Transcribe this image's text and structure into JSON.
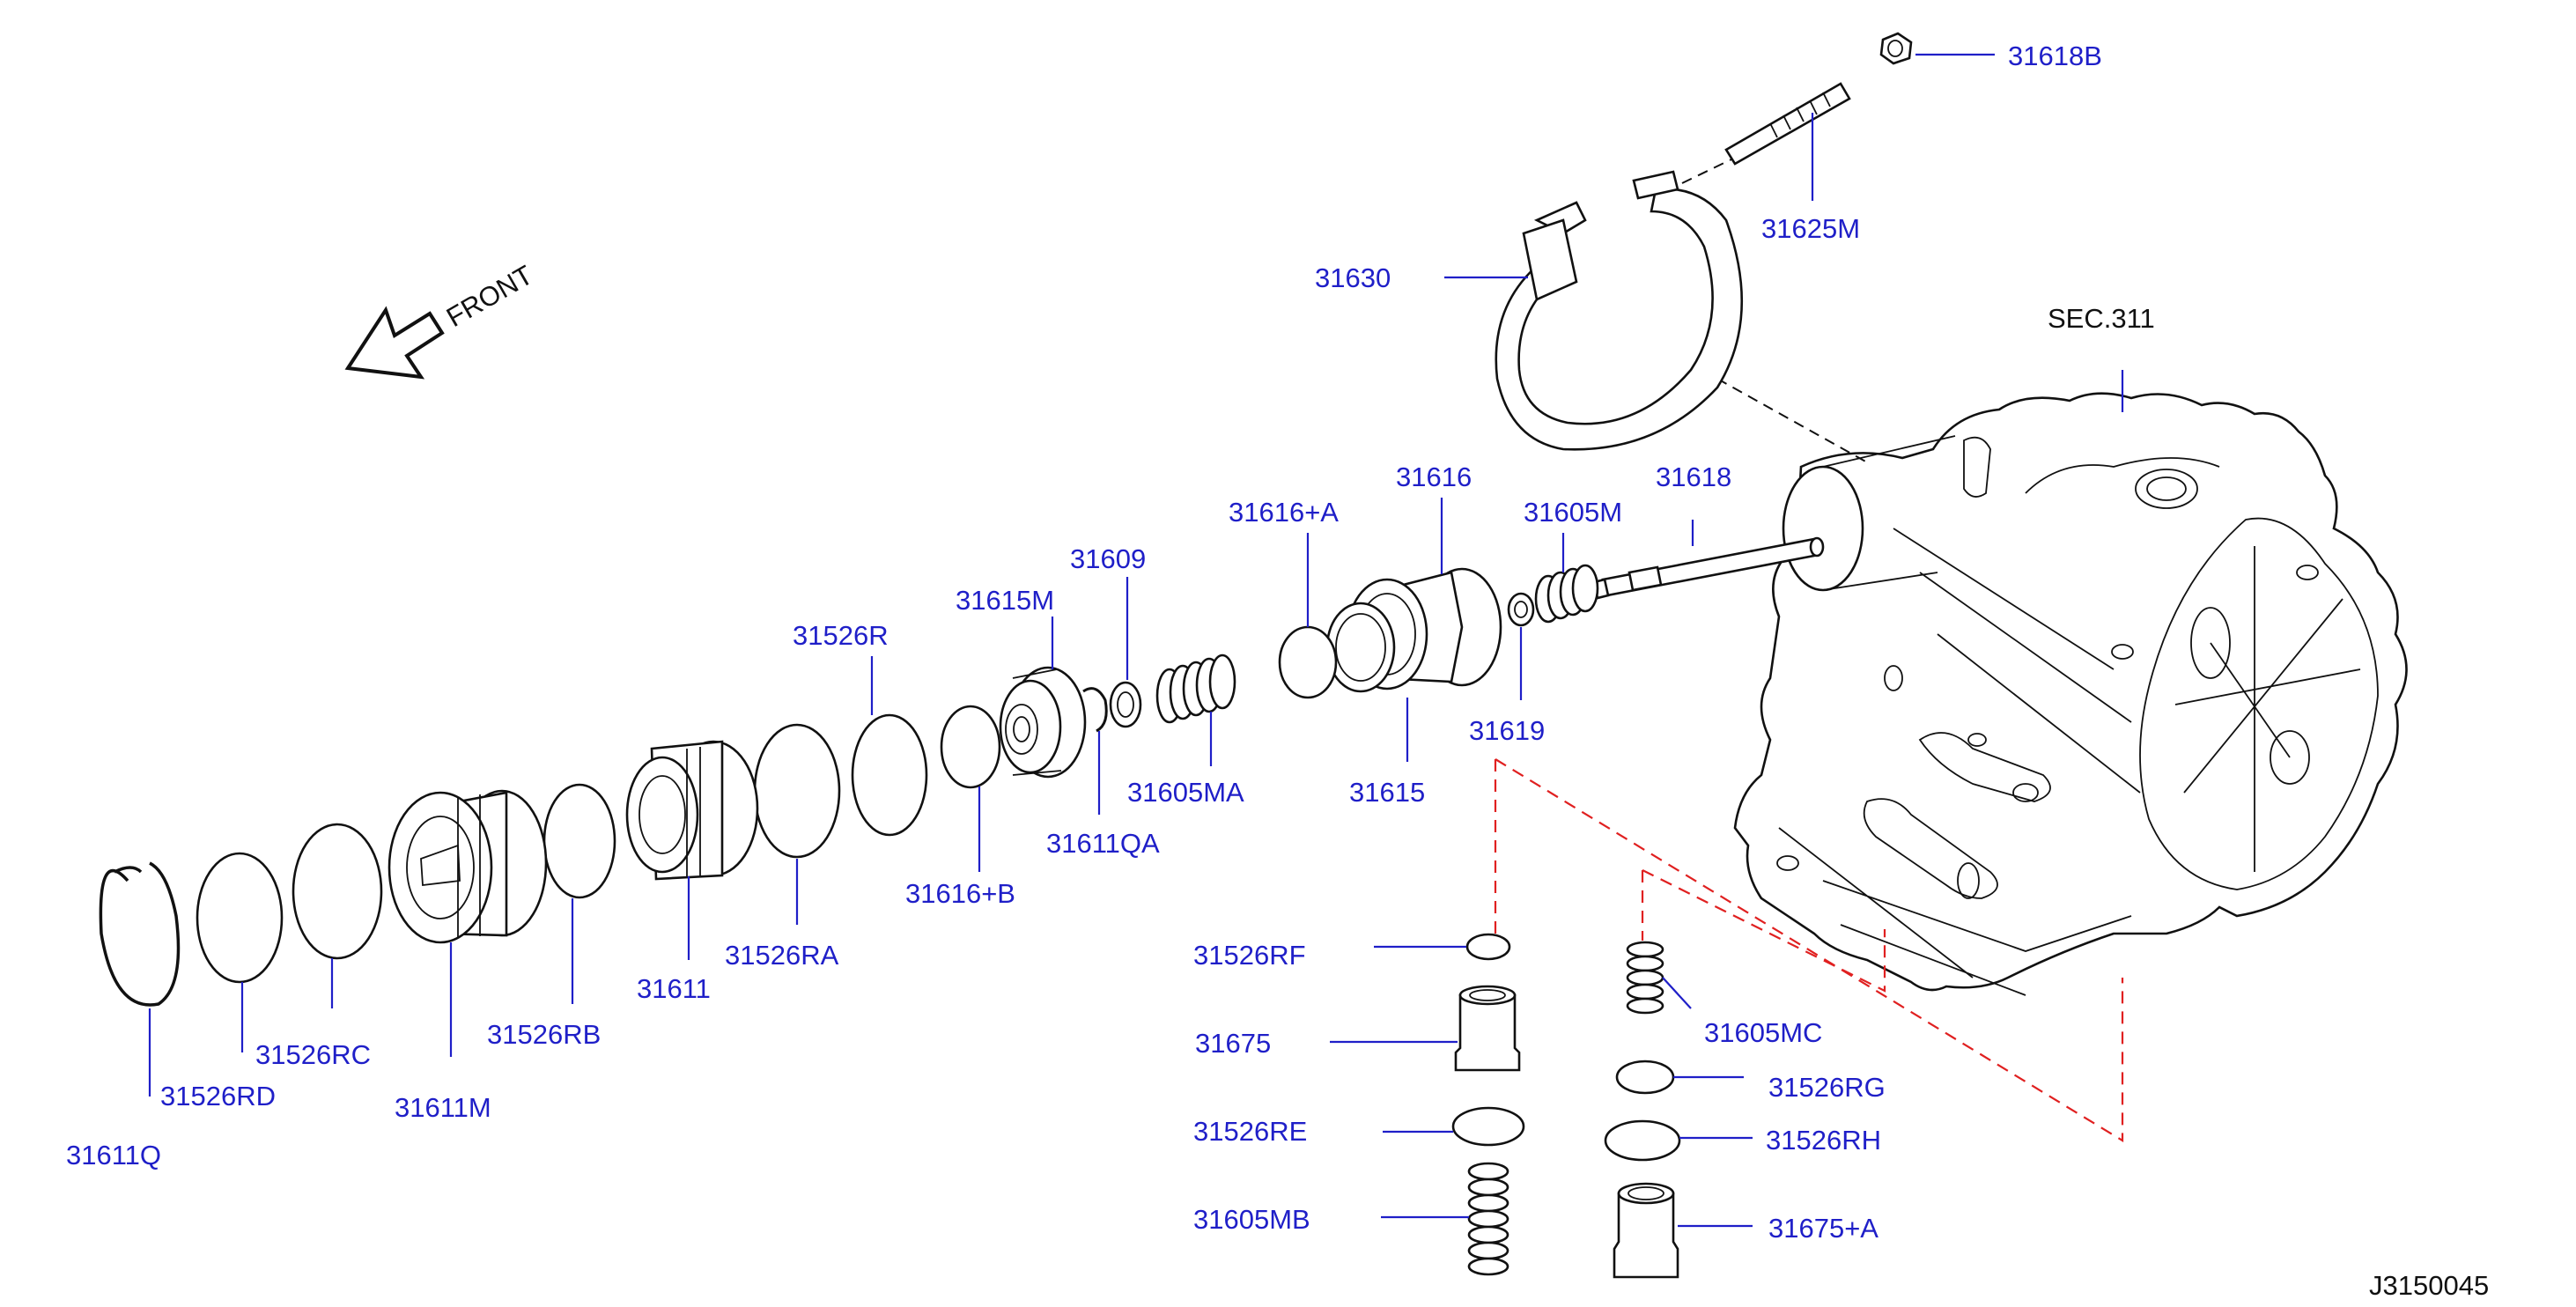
{
  "direction_label": "FRONT",
  "section_ref": "SEC.311",
  "diagram_id": "J3150045",
  "callouts": {
    "p31618B": "31618B",
    "p31625M": "31625M",
    "p31630": "31630",
    "p31616": "31616",
    "p31618": "31618",
    "p31605M": "31605M",
    "p31616A": "31616+A",
    "p31609": "31609",
    "p31615M": "31615M",
    "p31526R": "31526R",
    "p31619": "31619",
    "p31615": "31615",
    "p31605MA": "31605MA",
    "p31611QA": "31611QA",
    "p31616B": "31616+B",
    "p31526RA": "31526RA",
    "p31611": "31611",
    "p31526RB": "31526RB",
    "p31526RC": "31526RC",
    "p31611M": "31611M",
    "p31526RD": "31526RD",
    "p31611Q": "31611Q",
    "p31526RF": "31526RF",
    "p31675": "31675",
    "p31526RE": "31526RE",
    "p31605MB": "31605MB",
    "p31605MC": "31605MC",
    "p31526RG": "31526RG",
    "p31526RH": "31526RH",
    "p31675A": "31675+A"
  },
  "colors": {
    "callout_text": "#1f1fc8",
    "leader_line": "#1f1fc8",
    "part_outline": "#111111",
    "hidden_line": "#e02020"
  }
}
